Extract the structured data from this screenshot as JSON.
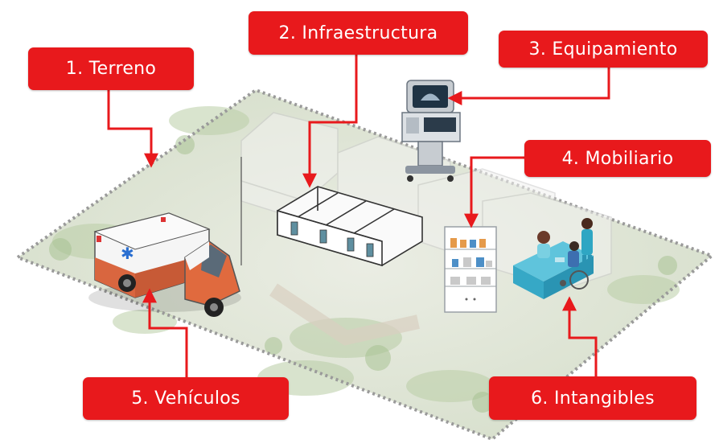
{
  "labels": {
    "terreno": "1. Terreno",
    "infraestructura": "2. Infraestructura",
    "equipamiento": "3. Equipamiento",
    "mobiliario": "4. Mobiliario",
    "vehiculos": "5. Vehículos",
    "intangibles": "6. Intangibles"
  },
  "colors": {
    "label_bg": "#e8191c",
    "label_text": "#ffffff",
    "connector": "#e8191c",
    "plot_border": "#9a9a9a",
    "vegetation": "#c9d7b9"
  },
  "icons": [
    "ambulance-icon",
    "ultrasound-machine-icon",
    "medicine-cabinet-icon",
    "reception-desk-icon",
    "building-frame-icon"
  ]
}
